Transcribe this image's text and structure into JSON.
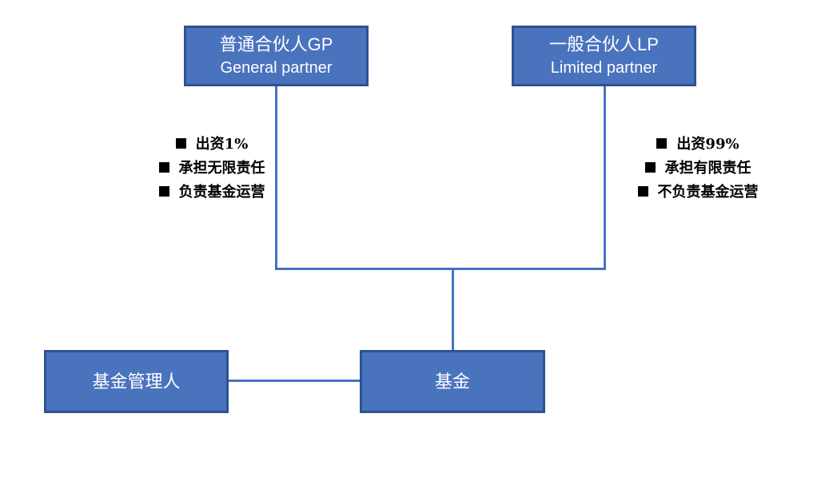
{
  "diagram": {
    "title": "fund-partnership-structure",
    "boxes": {
      "gp": {
        "line_zh": "普通合伙人GP",
        "line_en": "General partner"
      },
      "lp": {
        "line_zh": "一般合伙人LP",
        "line_en": "Limited partner"
      },
      "manager": {
        "label": "基金管理人"
      },
      "fund": {
        "label": "基金"
      }
    },
    "gp_notes": {
      "items": [
        "出资1%",
        "承担无限责任",
        "负责基金运营"
      ]
    },
    "lp_notes": {
      "items": [
        "出资99%",
        "承担有限责任",
        "不负责基金运营"
      ]
    },
    "colors": {
      "box_fill": "#4a73be",
      "box_border": "#2e5290",
      "connector": "#4472c4",
      "box_text": "#ffffff",
      "note_text": "#000000",
      "background": "#ffffff"
    }
  }
}
